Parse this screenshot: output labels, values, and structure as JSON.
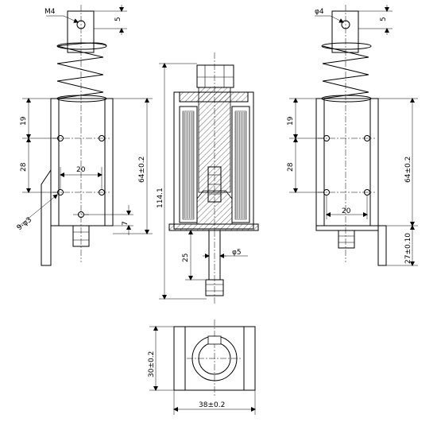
{
  "left_view": {
    "thread_label": "M4",
    "top_offset": "5",
    "dim_19": "19",
    "dim_28": "28",
    "dim_20": "20",
    "dim_64": "64±0.2",
    "dim_7": "7",
    "holes_label": "9-φ3"
  },
  "center_view": {
    "dim_114": "114.1",
    "dim_25": "25",
    "dim_phi5": "φ5"
  },
  "right_view": {
    "pin_label": "φ4",
    "top_offset": "5",
    "dim_19": "19",
    "dim_28": "28",
    "dim_20": "20",
    "dim_64": "64±0.2",
    "dim_27": "27±0.10"
  },
  "bottom_view": {
    "dim_30": "30±0.2",
    "dim_38": "38±0.2"
  }
}
